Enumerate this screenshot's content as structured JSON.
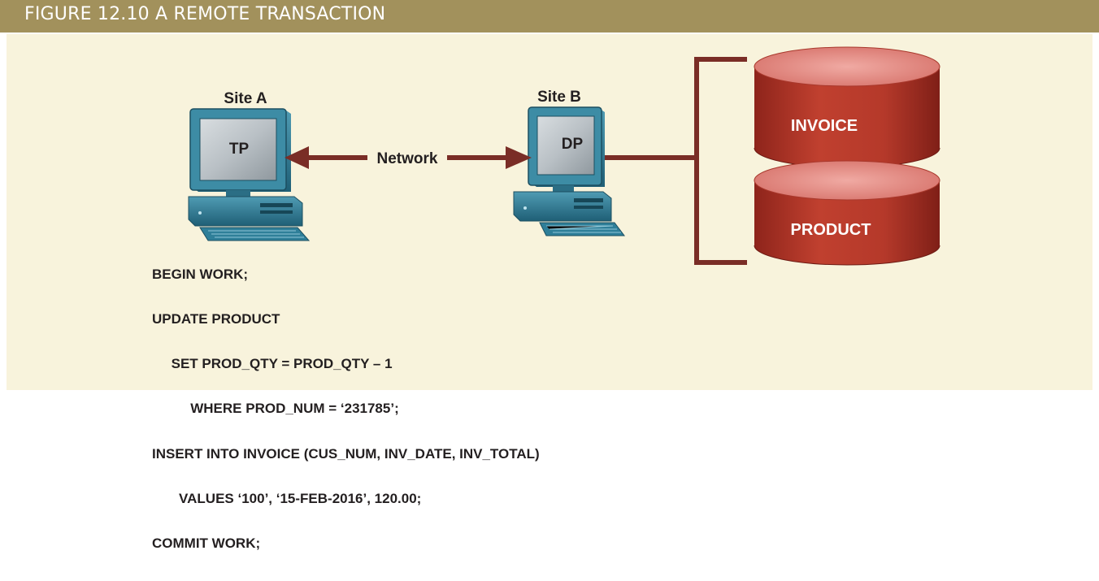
{
  "figure": {
    "title": "FIGURE 12.10  A REMOTE TRANSACTION",
    "colors": {
      "header": "#a2915c",
      "panel": "#f8f3dc",
      "arrow": "#7a2d26",
      "database_body": "#b8372a",
      "database_top": "#e58a82",
      "monitor": "#2f7f99"
    }
  },
  "site_a": {
    "label": "Site A",
    "screen_label": "TP",
    "icon": "computer-icon"
  },
  "site_b": {
    "label": "Site B",
    "screen_label": "DP",
    "icon": "computer-icon"
  },
  "network": {
    "label": "Network"
  },
  "databases": [
    {
      "label": "INVOICE",
      "icon": "database-icon"
    },
    {
      "label": "PRODUCT",
      "icon": "database-icon"
    }
  ],
  "transaction": {
    "lines": [
      "BEGIN WORK;",
      "UPDATE PRODUCT",
      "     SET PROD_QTY = PROD_QTY – 1",
      "          WHERE PROD_NUM = ‘231785’;",
      "INSERT INTO INVOICE (CUS_NUM, INV_DATE, INV_TOTAL)",
      "       VALUES ‘100’, ‘15-FEB-2016’, 120.00;",
      "COMMIT WORK;"
    ]
  }
}
